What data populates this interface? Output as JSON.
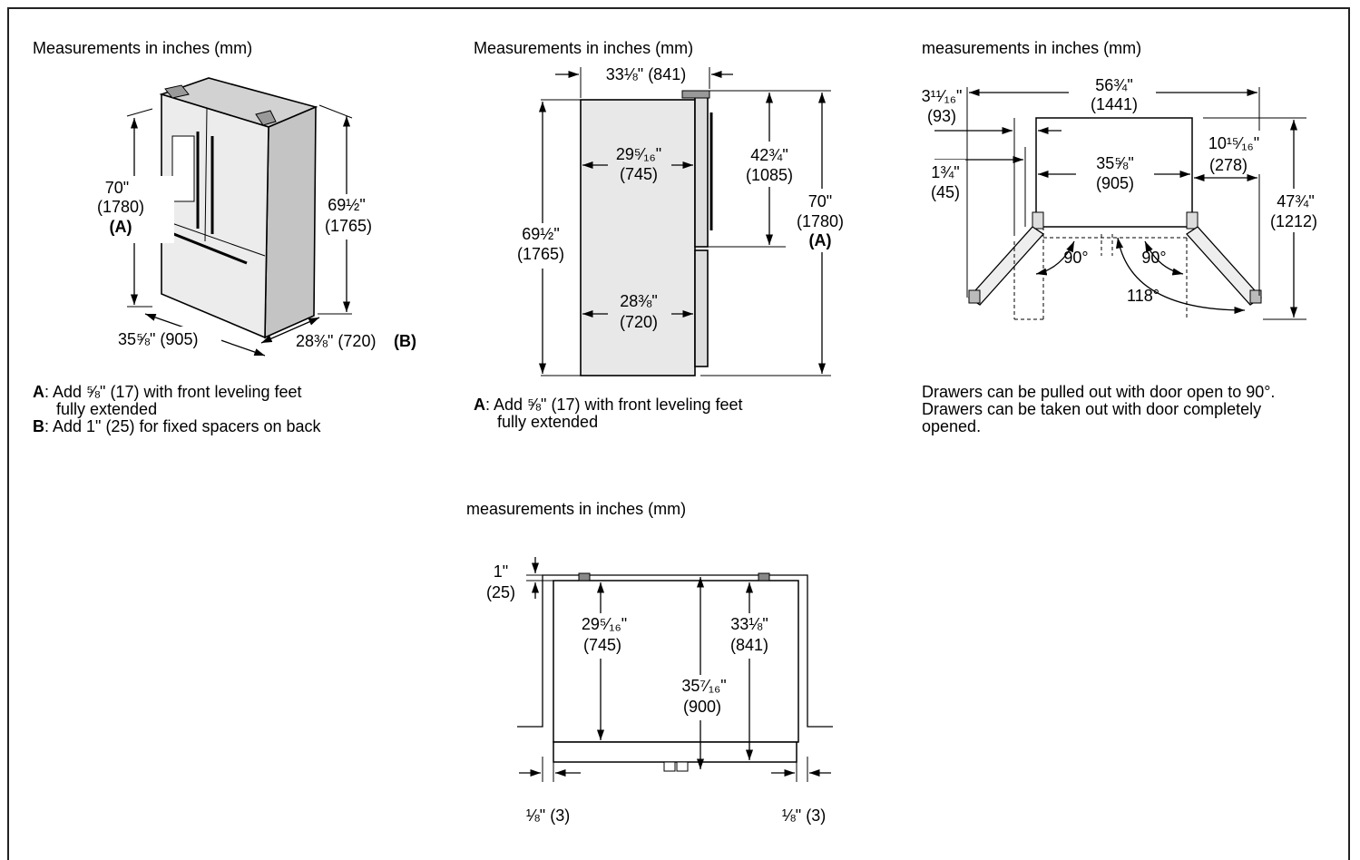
{
  "panel1": {
    "caption": "Measurements in inches (mm)",
    "height_in": "70\"",
    "height_mm": "(1780)",
    "height_ref": "(A)",
    "height2_in": "69½\"",
    "height2_mm": "(1765)",
    "width": "35⅝\" (905)",
    "depth": "28⅜\" (720)",
    "depth_ref": "(B)",
    "note_a_key": "A",
    "note_a_text": ": Add ⅝\" (17) with front leveling feet",
    "note_a_text2": "fully extended",
    "note_b_key": "B",
    "note_b_text": ": Add 1\" (25) for fixed spacers on back"
  },
  "panel2": {
    "caption": "Measurements in inches (mm)",
    "top_depth": "33⅛\" (841)",
    "inner_depth_in": "29⁵⁄₁₆\"",
    "inner_depth_mm": "(745)",
    "door_h_in": "42¾\"",
    "door_h_mm": "(1085)",
    "total_h_in": "70\"",
    "total_h_mm": "(1780)",
    "total_h_ref": "(A)",
    "body_h_in": "69½\"",
    "body_h_mm": "(1765)",
    "case_depth_in": "28⅜\"",
    "case_depth_mm": "(720)",
    "note_a_key": "A",
    "note_a_text": ": Add ⅝\" (17) with front leveling feet",
    "note_a_text2": "fully extended"
  },
  "panel3": {
    "caption": "measurements in inches (mm)",
    "total_w_in": "56¾\"",
    "total_w_mm": "(1441)",
    "side_in": "3¹¹⁄₁₆\"",
    "side_mm": "(93)",
    "gap_in": "1¾\"",
    "gap_mm": "(45)",
    "inner_w_in": "35⅝\"",
    "inner_w_mm": "(905)",
    "right_in": "10¹⁵⁄₁₆\"",
    "right_mm": "(278)",
    "depth_in": "47¾\"",
    "depth_mm": "(1212)",
    "angle_left": "90°",
    "angle_right": "90°",
    "angle_open": "118°",
    "note": "Drawers can be pulled out with door open to 90°. Drawers can be taken out with door completely opened."
  },
  "panel4": {
    "caption": "measurements in inches (mm)",
    "spacer_in": "1\"",
    "spacer_mm": "(25)",
    "d1_in": "29⁵⁄₁₆\"",
    "d1_mm": "(745)",
    "d2_in": "33⅛\"",
    "d2_mm": "(841)",
    "d3_in": "35⁷⁄₁₆\"",
    "d3_mm": "(900)",
    "gap_left": "⅛\" (3)",
    "gap_right": "⅛\" (3)"
  }
}
